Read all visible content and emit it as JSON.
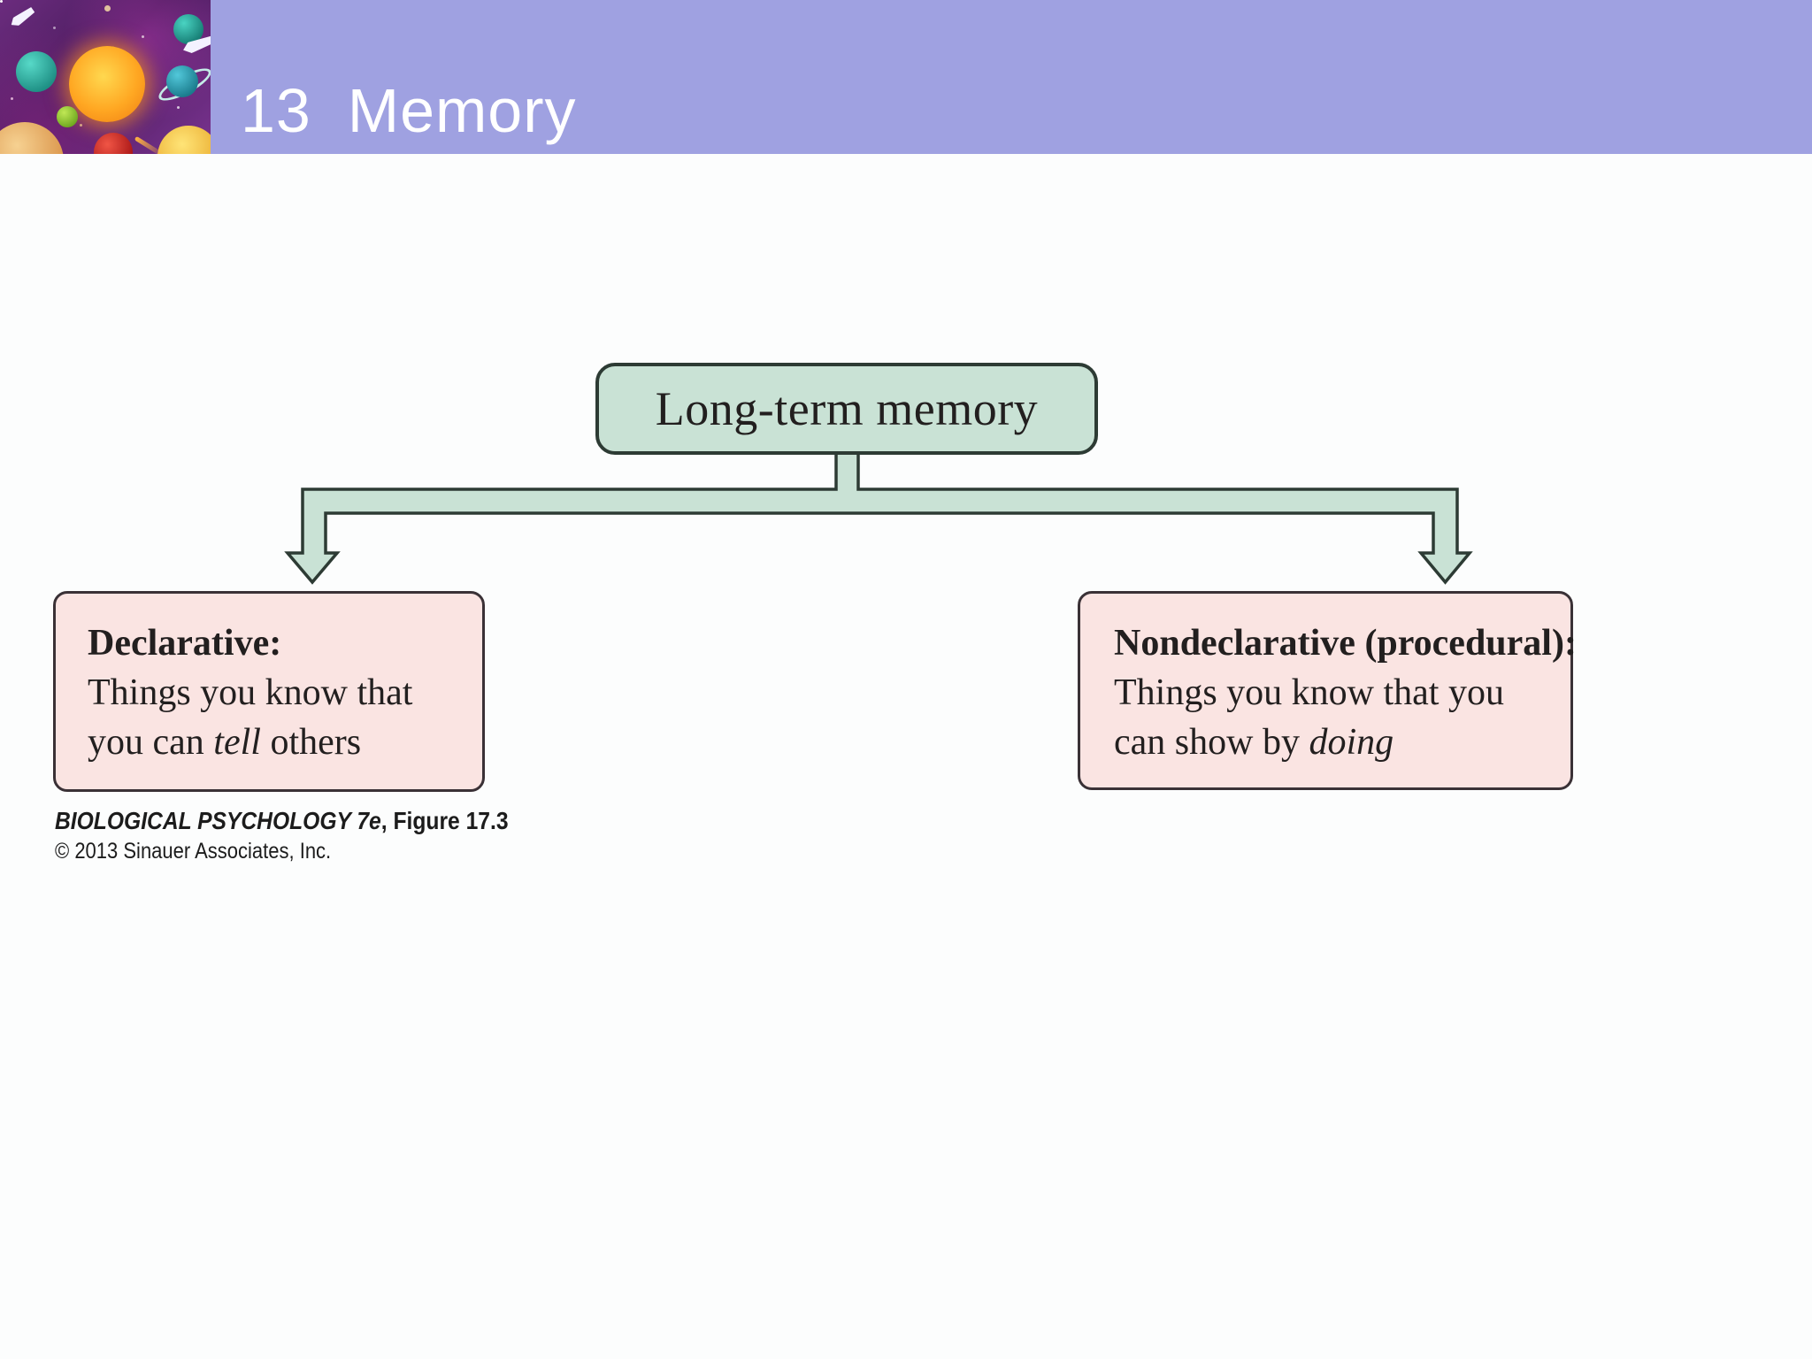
{
  "header": {
    "title": "13  Memory",
    "thumbnail": "space-planets-illustration"
  },
  "diagram": {
    "root": {
      "label": "Long-term memory"
    },
    "declarative": {
      "title": "Declarative:",
      "line1": "Things you know that",
      "line2_pre": "you can ",
      "line2_italic": "tell",
      "line2_post": " others"
    },
    "nondeclarative": {
      "title": "Nondeclarative (procedural):",
      "line1": "Things you know that you",
      "line2_pre": "can show by ",
      "line2_italic": "doing",
      "line2_post": ""
    }
  },
  "credit": {
    "source_italic": "BIOLOGICAL PSYCHOLOGY 7e",
    "figure_ref": ", Figure 17.3",
    "copyright": "© 2013 Sinauer Associates, Inc."
  },
  "colors": {
    "header_bg": "#9fa1e1",
    "slide_bg": "#fcfdfd",
    "node_green": "#c9e2d5",
    "node_pink": "#fae4e2",
    "line_dark": "#2d3b34",
    "border_pink": "#3a3136",
    "title_text": "#ffffff",
    "body_text": "#221f1f"
  }
}
